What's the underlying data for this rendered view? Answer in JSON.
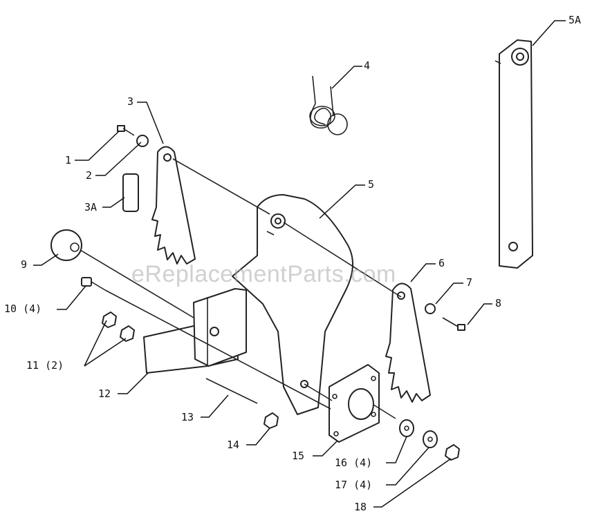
{
  "watermark": "eReplacementParts.com",
  "callouts": [
    {
      "id": "1",
      "text": "1"
    },
    {
      "id": "2",
      "text": "2"
    },
    {
      "id": "3",
      "text": "3"
    },
    {
      "id": "3A",
      "text": "3A"
    },
    {
      "id": "4",
      "text": "4"
    },
    {
      "id": "5",
      "text": "5"
    },
    {
      "id": "5A",
      "text": "5A"
    },
    {
      "id": "6",
      "text": "6"
    },
    {
      "id": "7",
      "text": "7"
    },
    {
      "id": "8",
      "text": "8"
    },
    {
      "id": "9",
      "text": "9"
    },
    {
      "id": "10",
      "text": "10 (4)"
    },
    {
      "id": "11",
      "text": "11 (2)"
    },
    {
      "id": "12",
      "text": "12"
    },
    {
      "id": "13",
      "text": "13"
    },
    {
      "id": "14",
      "text": "14"
    },
    {
      "id": "15",
      "text": "15"
    },
    {
      "id": "16",
      "text": "16 (4)"
    },
    {
      "id": "17",
      "text": "17 (4)"
    },
    {
      "id": "18",
      "text": "18"
    }
  ]
}
